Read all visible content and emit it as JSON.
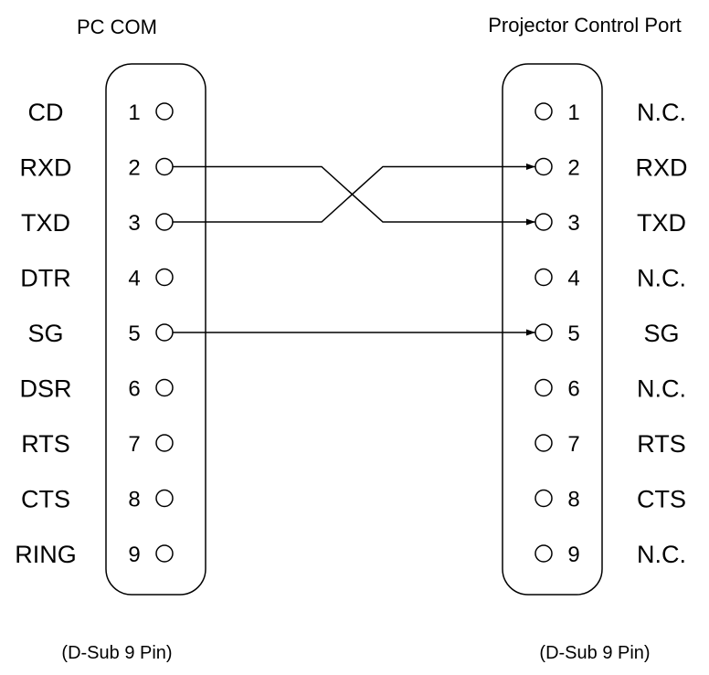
{
  "left_connector": {
    "title": "PC COM",
    "caption": "(D-Sub 9 Pin)",
    "pins": [
      {
        "num": "1",
        "signal": "CD"
      },
      {
        "num": "2",
        "signal": "RXD"
      },
      {
        "num": "3",
        "signal": "TXD"
      },
      {
        "num": "4",
        "signal": "DTR"
      },
      {
        "num": "5",
        "signal": "SG"
      },
      {
        "num": "6",
        "signal": "DSR"
      },
      {
        "num": "7",
        "signal": "RTS"
      },
      {
        "num": "8",
        "signal": "CTS"
      },
      {
        "num": "9",
        "signal": "RING"
      }
    ]
  },
  "right_connector": {
    "title": "Projector Control Port",
    "caption": "(D-Sub 9 Pin)",
    "pins": [
      {
        "num": "1",
        "signal": "N.C."
      },
      {
        "num": "2",
        "signal": "RXD"
      },
      {
        "num": "3",
        "signal": "TXD"
      },
      {
        "num": "4",
        "signal": "N.C."
      },
      {
        "num": "5",
        "signal": "SG"
      },
      {
        "num": "6",
        "signal": "N.C."
      },
      {
        "num": "7",
        "signal": "RTS"
      },
      {
        "num": "8",
        "signal": "CTS"
      },
      {
        "num": "9",
        "signal": "N.C."
      }
    ]
  },
  "connections": [
    {
      "from": 2,
      "to": 3
    },
    {
      "from": 3,
      "to": 2
    },
    {
      "from": 5,
      "to": 5
    }
  ]
}
